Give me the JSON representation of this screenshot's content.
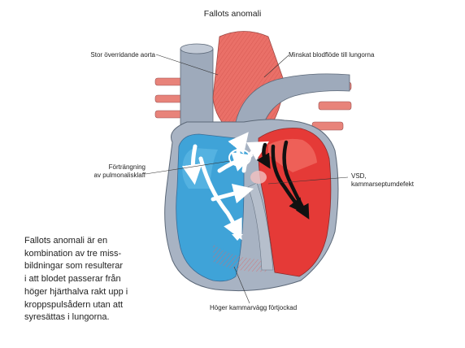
{
  "title": "Fallots anomali",
  "labels": {
    "aorta": "Stor överridande aorta",
    "pulmonary_flow": "Minskat blodflöde till lungorna",
    "stenosis_line1": "Förträngning",
    "stenosis_line2": "av pulmonalisklaff",
    "vsd_line1": "VSD,",
    "vsd_line2": "kammarseptumdefekt",
    "rv_wall": "Höger kammarvägg förtjockad"
  },
  "description_lines": [
    "Fallots anomali är en",
    "kombination av tre miss-",
    "bildningar som resulterar",
    "i att blodet passerar från",
    "höger hjärthalva rakt upp i",
    "kroppspulsådern utan att",
    "syresättas i lungorna."
  ],
  "colors": {
    "deoxygenated": "#3fa3d8",
    "oxygenated": "#e53a37",
    "vessel_grey": "#9aa7b8",
    "aorta_red": "#ea6e66"
  }
}
